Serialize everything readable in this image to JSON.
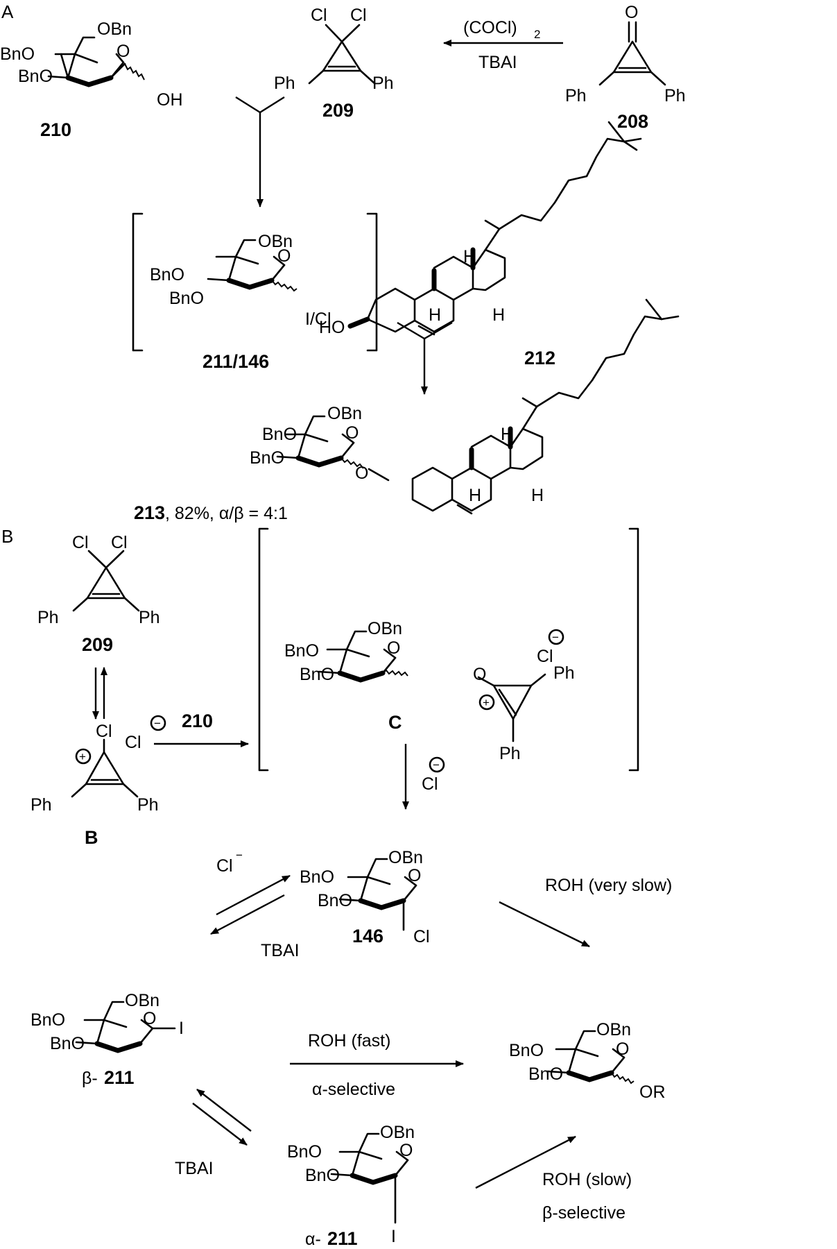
{
  "panels": {
    "a": "A",
    "b": "B"
  },
  "reagents": {
    "oxalyl_chloride": "(COCl)",
    "oxalyl_subscript": "2",
    "tbai": "TBAI",
    "roh_very_slow": "ROH (very slow)",
    "roh_fast": "ROH (fast)",
    "alpha_selective": "α-selective",
    "roh_slow": "ROH (slow)",
    "beta_selective": "β-selective"
  },
  "compounds": {
    "c208": "208",
    "c209": "209",
    "c210": "210",
    "c211_146": "211/146",
    "c212": "212",
    "c213": "213",
    "c213_detail": ", 82%, α/β = 4:1",
    "c146": "146",
    "b_intermediate": "B",
    "c_intermediate": "C",
    "beta_prefix": "β-",
    "alpha_prefix": "α-",
    "c211": "211"
  },
  "atoms": {
    "obn": "OBn",
    "bno": "BnO",
    "o": "O",
    "oh": "OH",
    "ho": "HO",
    "cl": "Cl",
    "ph": "Ph",
    "h": "H",
    "i": "I",
    "i_cl": "I/Cl",
    "or": "OR",
    "plus": "+",
    "minus": "−"
  }
}
